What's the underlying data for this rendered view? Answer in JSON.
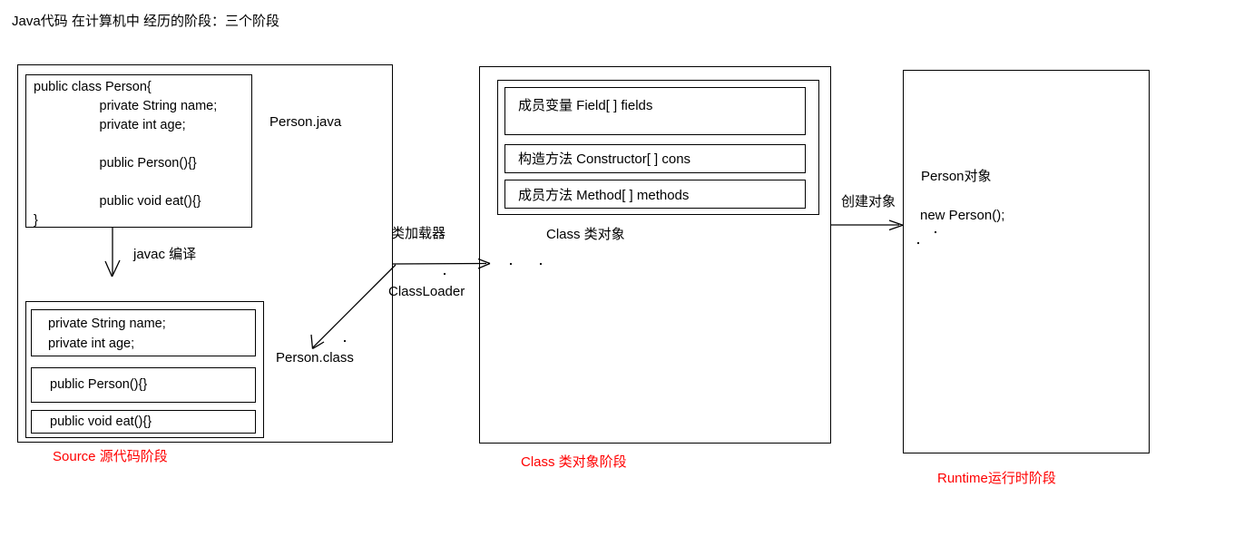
{
  "title": "Java代码 在计算机中 经历的阶段：三个阶段",
  "colors": {
    "stroke": "#000000",
    "stage_label": "#ff0000",
    "background": "#ffffff"
  },
  "source_stage": {
    "file_label": "Person.java",
    "code": "public class Person{\n                  private String name;\n                  private int age;\n\n                  public Person(){}\n\n                  public void eat(){}\n}",
    "compile_arrow_label": "javac 编译",
    "compiled_file_label": "Person.class",
    "compiled_members": [
      "private String name;\nprivate int age;",
      "public Person(){}",
      "public void eat(){}"
    ],
    "stage_label": "Source 源代码阶段"
  },
  "class_loader": {
    "label_cn": "类加载器",
    "label_en": "ClassLoader"
  },
  "class_stage": {
    "members": [
      "成员变量  Field[ ] fields",
      "构造方法  Constructor[ ] cons",
      "成员方法 Method[ ] methods"
    ],
    "object_label": "Class 类对象",
    "stage_label": "Class 类对象阶段"
  },
  "create_object": {
    "label": "创建对象"
  },
  "runtime_stage": {
    "object_label": "Person对象",
    "code": "new Person();",
    "stage_label": "Runtime运行时阶段"
  }
}
